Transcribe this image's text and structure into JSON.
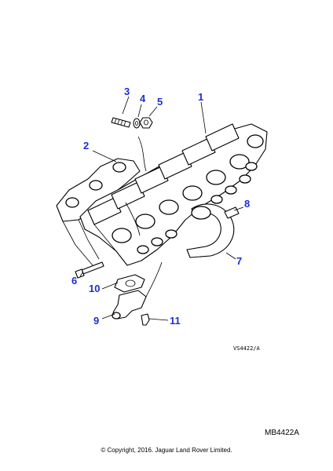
{
  "diagram": {
    "callouts": {
      "c1": "1",
      "c2": "2",
      "c3": "3",
      "c4": "4",
      "c5": "5",
      "c6": "6",
      "c7": "7",
      "c8": "8",
      "c9": "9",
      "c10": "10",
      "c11": "11"
    },
    "drawing_ref": "VS4422/A",
    "callout_color": "#1c2fd0"
  },
  "footer": {
    "diagram_code": "MB4422A",
    "copyright": "© Copyright, 2016. Jaguar Land Rover Limited."
  }
}
